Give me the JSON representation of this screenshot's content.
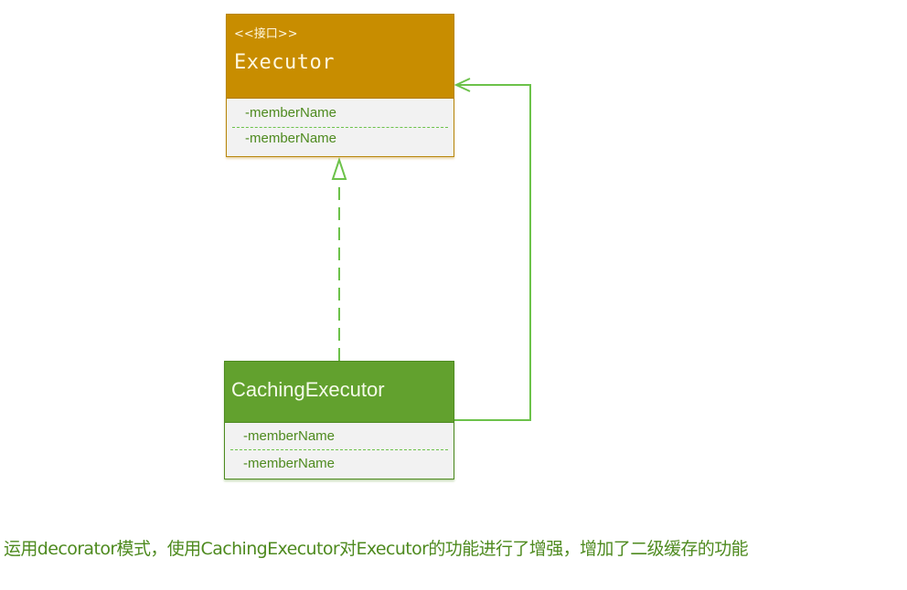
{
  "diagram": {
    "interface_box": {
      "stereotype": "<<接口>>",
      "name": "Executor",
      "members": [
        "-memberName",
        "-memberName"
      ],
      "header_color": "#c88d00"
    },
    "class_box": {
      "name": "CachingExecutor",
      "members": [
        "-memberName",
        "-memberName"
      ],
      "header_color": "#62a12e"
    },
    "relations": [
      {
        "type": "realization",
        "from": "CachingExecutor",
        "to": "Executor",
        "style": "dashed",
        "arrow": "hollow-triangle"
      },
      {
        "type": "association",
        "from": "CachingExecutor",
        "to": "Executor",
        "style": "solid",
        "arrow": "open"
      }
    ],
    "line_color": "#6cc24a"
  },
  "caption": "运用decorator模式，使用CachingExecutor对Executor的功能进行了增强，增加了二级缓存的功能"
}
